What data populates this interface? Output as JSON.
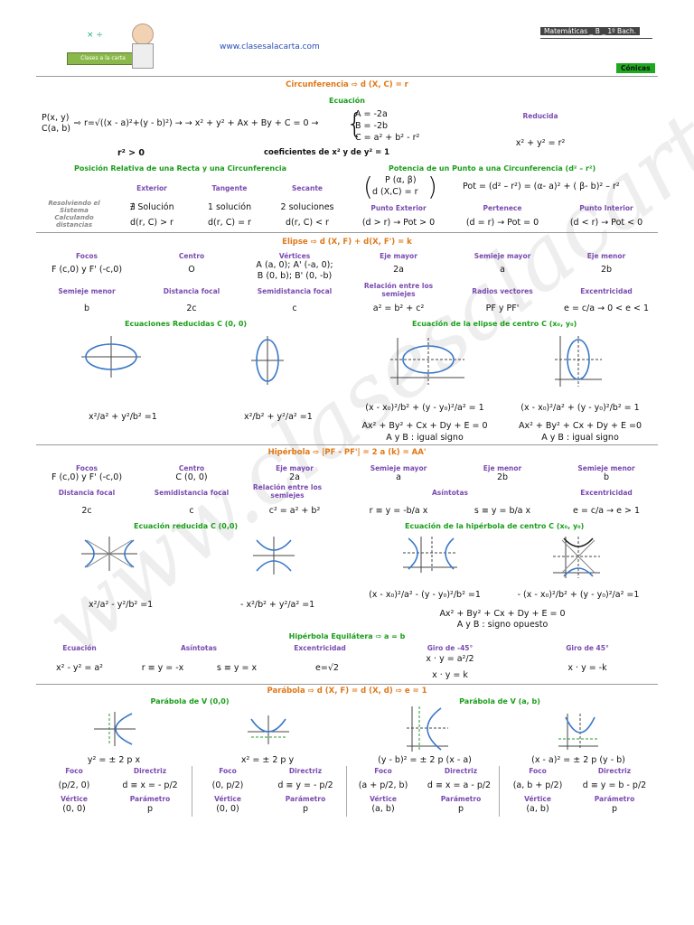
{
  "header": {
    "logo_text": "Clases a la carta",
    "url": "www.clasesalacarta.com",
    "course": "Matemáticas _ B _ 1º Bach.",
    "topic": "Cónicas",
    "watermark": "www.clasesalacarta.com"
  },
  "circ": {
    "title": "Circunferencia ⇨ d (X, C) = r",
    "eq_title": "Ecuación",
    "pxy": "P(x, y)",
    "cab": "C(a, b)",
    "general_eq": "⇨ r=√((x - a)²+(y - b)²)  → →  x² + y² + Ax + By + C = 0 →",
    "sys1": "A = -2a",
    "sys2": "B = -2b",
    "sys3": "C = a² + b² - r²",
    "reduced_title": "Reducida",
    "reduced_eq": "x² + y² = r²",
    "cond1": "r² > 0",
    "cond2": "coeficientes de x² y de y² = 1",
    "pos_title": "Posición Relativa de una Recta y una Circunferencia",
    "pot_title": "Potencia de un Punto a una Circunferencia (d² – r²)",
    "pot_def1": "P (α, β)",
    "pot_def2": "d (X,C) = r",
    "pot_eq": "Pot = (d² – r²) = (α- a)² + ( β- b)² – r²",
    "side_label": "Resolviendo el Sistema Calculando distancias",
    "pos_headers": [
      "Exterior",
      "Tangente",
      "Secante"
    ],
    "pos_sol": [
      "∄ Solución",
      "1 solución",
      "2 soluciones"
    ],
    "pos_dist": [
      "d(r, C) > r",
      "d(r, C) = r",
      "d(r, C) < r"
    ],
    "pot_headers": [
      "Punto Exterior",
      "Pertenece",
      "Punto Interior"
    ],
    "pot_vals": [
      "(d > r) → Pot > 0",
      "(d = r) → Pot = 0",
      "(d < r) → Pot < 0"
    ]
  },
  "elipse": {
    "title": "Elipse ⇨ d (X, F) + d(X, F') = k",
    "h1": [
      "Focos",
      "Centro",
      "Vértices",
      "Eje mayor",
      "Semieje mayor",
      "Eje menor"
    ],
    "v1": [
      "F (c,0) y F' (-c,0)",
      "O",
      "A (a, 0); A' (-a, 0);",
      "2a",
      "a",
      "2b"
    ],
    "v1b": "B (0, b); B' (0, -b)",
    "h2": [
      "Semieje menor",
      "Distancia focal",
      "Semidistancia focal",
      "Relación entre los semiejes",
      "Radios vectores",
      "Excentricidad"
    ],
    "v2": [
      "b",
      "2c",
      "c",
      "a² = b² + c²",
      "PF y PF'",
      "e = c/a → 0 < e < 1"
    ],
    "red_title": "Ecuaciones Reducidas C (0, 0)",
    "cen_title": "Ecuación de la elipse de centro C (x₀, y₀)",
    "red_eq": "x²/a² + y²/b² =1",
    "red_eq2": "x²/b² + y²/a² =1",
    "cen_eq1": "(x - x₀)²/b² + (y - y₀)²/a² = 1",
    "cen_eq2": "(x - x₀)²/a² + (y - y₀)²/b² = 1",
    "gen1": "Ax² + By² + Cx + Dy + E = 0",
    "gen2": "Ax² + By² + Cx + Dy + E =0",
    "sign": "A y B : igual signo"
  },
  "hiper": {
    "title": "Hipérbola ⇨ |PF - PF'| = 2 a (k) = AA'",
    "h1": [
      "Focos",
      "Centro",
      "Eje mayor",
      "Semieje mayor",
      "Eje menor",
      "Semieje menor"
    ],
    "v1": [
      "F (c,0) y F' (-c,0)",
      "C (0, 0)",
      "2a",
      "a",
      "2b",
      "b"
    ],
    "h2": [
      "Distancia focal",
      "Semidistancia focal",
      "Relación entre los semiejes",
      "Asíntotas",
      "Excentricidad"
    ],
    "v2": [
      "2c",
      "c",
      "c² = a² + b²",
      "r ≡ y = -b/a x",
      "s ≡ y = b/a x",
      "e = c/a → e > 1"
    ],
    "red_title": "Ecuación reducida C (0,0)",
    "cen_title": "Ecuación de la hipérbola de centro C (x₀, y₀)",
    "red_eq1": "x²/a² - y²/b² =1",
    "red_eq2": "- x²/b² + y²/a² =1",
    "cen_eq1": "(x - x₀)²/a² - (y - y₀)²/b² =1",
    "cen_eq2": "- (x - x₀)²/b² + (y - y₀)²/a² =1",
    "gen": "Ax² + By² + Cx + Dy + E = 0",
    "sign": "A y B : signo opuesto",
    "eq_title": "Hipérbola Equilátera ⇨ a = b",
    "eq_h": [
      "Ecuación",
      "Asíntotas",
      "Excentricidad",
      "Giro de -45°",
      "Giro de 45°"
    ],
    "eq_v": [
      "x² - y² = a²",
      "r ≡ y = -x",
      "s ≡ y = x",
      "e=√2",
      "x · y = a²/2",
      "x · y = k",
      "x · y = -k"
    ]
  },
  "parab": {
    "title": "Parábola ⇨ d (X, F) = d (X, d) ⇨ e = 1",
    "v00": "Parábola de V (0,0)",
    "vab": "Parábola de V (a, b)",
    "eqs": [
      "y² = ± 2 p x",
      "x² = ± 2 p y",
      "(y - b)² = ± 2 p (x - a)",
      "(x - a)² = ± 2 p (y - b)"
    ],
    "foco": "Foco",
    "directriz": "Directriz",
    "vertice": "Vértice",
    "parametro": "Parámetro",
    "focos": [
      "(p/2, 0)",
      "(0, p/2)",
      "(a + p/2, b)",
      "(a, b + p/2)"
    ],
    "dirs": [
      "d ≡ x = - p/2",
      "d ≡ y = - p/2",
      "d ≡ x = a - p/2",
      "d ≡ y = b - p/2"
    ],
    "verts": [
      "(0, 0)",
      "(0, 0)",
      "(a, b)",
      "(a, b)"
    ],
    "params": [
      "p",
      "p",
      "p",
      "p"
    ]
  }
}
